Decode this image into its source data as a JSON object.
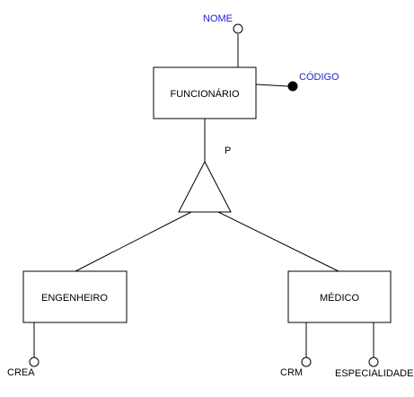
{
  "diagram": {
    "entities": {
      "funcionario": "FUNCIONÁRIO",
      "engenheiro": "ENGENHEIRO",
      "medico": "MÉDICO"
    },
    "attributes": {
      "nome": "NOME",
      "codigo": "CÓDIGO",
      "crea": "CREA",
      "crm": "CRM",
      "especialidade": "ESPECIALIDADE"
    },
    "specialization": {
      "label": "P"
    },
    "colors": {
      "line": "#000000",
      "blue_label": "#1f1fd0",
      "key_attribute_fill": "#000000"
    }
  }
}
